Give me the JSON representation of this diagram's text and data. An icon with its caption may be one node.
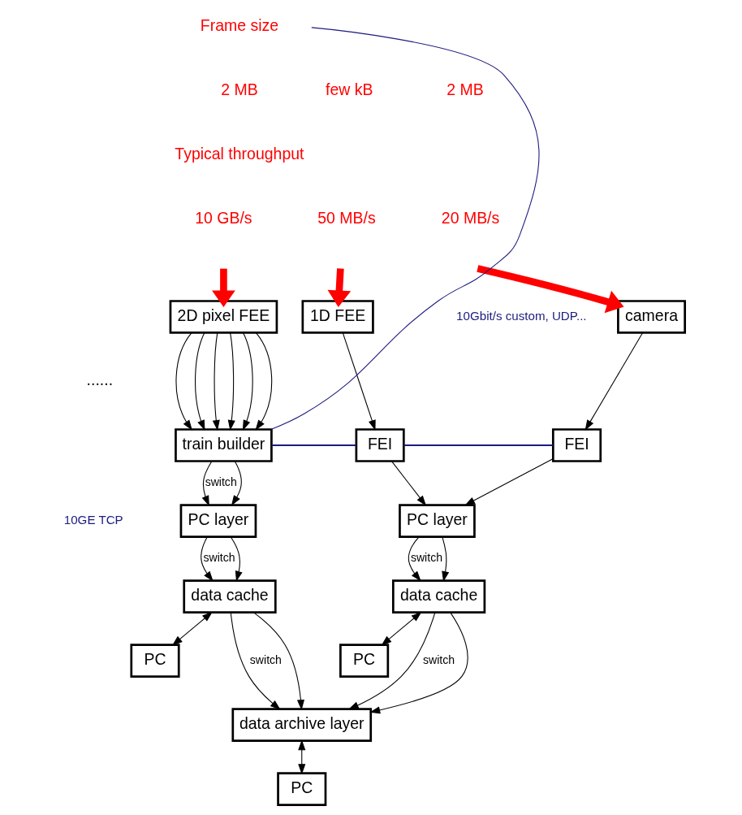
{
  "diagram": {
    "nodes": [
      {
        "text": [
          "2D pixel FEE"
        ]
      },
      {
        "text": [
          "1D FEE"
        ]
      },
      {
        "text": [
          "camera"
        ]
      },
      {
        "text": [
          "train builder"
        ]
      },
      {
        "text": [
          "FEI"
        ]
      },
      {
        "text": [
          "FEI"
        ]
      },
      {
        "text": [
          "PC layer"
        ]
      },
      {
        "text": [
          "PC layer"
        ]
      },
      {
        "text": [
          "data cache"
        ]
      },
      {
        "text": [
          "PC"
        ]
      },
      {
        "text": [
          "data cache"
        ]
      },
      {
        "text": [
          "PC"
        ]
      },
      {
        "text": [
          "data archive layer"
        ]
      },
      {
        "text": [
          "PC"
        ]
      }
    ],
    "edges": [
      {
        "from": null,
        "to": 0,
        "arrow": "to",
        "style": "thick",
        "color": "#ff0000"
      },
      {
        "from": null,
        "to": 1,
        "arrow": "to",
        "style": "thick",
        "color": "#ff0000"
      },
      {
        "from": null,
        "to": 2,
        "arrow": "to",
        "style": "thick",
        "color": "#ff0000"
      },
      {
        "from": 0,
        "to": 3,
        "arrow": "to"
      },
      {
        "from": 0,
        "to": 3,
        "arrow": "to"
      },
      {
        "from": 0,
        "to": 3,
        "arrow": "to"
      },
      {
        "from": 0,
        "to": 3,
        "arrow": "to"
      },
      {
        "from": 0,
        "to": 3,
        "arrow": "to"
      },
      {
        "from": 0,
        "to": 3,
        "arrow": "to"
      },
      {
        "from": 1,
        "to": 4,
        "arrow": "to"
      },
      {
        "from": 2,
        "to": 5,
        "arrow": "to"
      },
      {
        "from": null,
        "to": 3,
        "arrow": "none",
        "color": "#1c1c80"
      },
      {
        "from": 3,
        "to": 4,
        "arrow": "none",
        "color": "#1c1c80"
      },
      {
        "from": 4,
        "to": 5,
        "arrow": "none",
        "color": "#1c1c80"
      },
      {
        "from": 3,
        "to": 6,
        "arrow": "to",
        "label": "switch"
      },
      {
        "from": 3,
        "to": 6,
        "arrow": "to"
      },
      {
        "from": 4,
        "to": 7,
        "arrow": "to"
      },
      {
        "from": 5,
        "to": 7,
        "arrow": "to"
      },
      {
        "from": 6,
        "to": 8,
        "arrow": "to",
        "label": "switch"
      },
      {
        "from": 6,
        "to": 8,
        "arrow": "to"
      },
      {
        "from": 7,
        "to": 10,
        "arrow": "to",
        "label": "switch"
      },
      {
        "from": 7,
        "to": 10,
        "arrow": "to"
      },
      {
        "from": 8,
        "to": 9,
        "arrow": "both"
      },
      {
        "from": 10,
        "to": 11,
        "arrow": "both"
      },
      {
        "from": 8,
        "to": 12,
        "arrow": "to",
        "label": "switch"
      },
      {
        "from": 8,
        "to": 12,
        "arrow": "to"
      },
      {
        "from": 10,
        "to": 12,
        "arrow": "to",
        "label": "switch"
      },
      {
        "from": 10,
        "to": 12,
        "arrow": "to"
      },
      {
        "from": 12,
        "to": 13,
        "arrow": "both"
      }
    ],
    "labels": [
      "Frame size",
      "2 MB",
      "few kB",
      "2 MB",
      "Typical throughput",
      "10 GB/s",
      "50 MB/s",
      "20 MB/s",
      "10Gbit/s custom, UDP...",
      "......",
      "10GE TCP"
    ]
  }
}
